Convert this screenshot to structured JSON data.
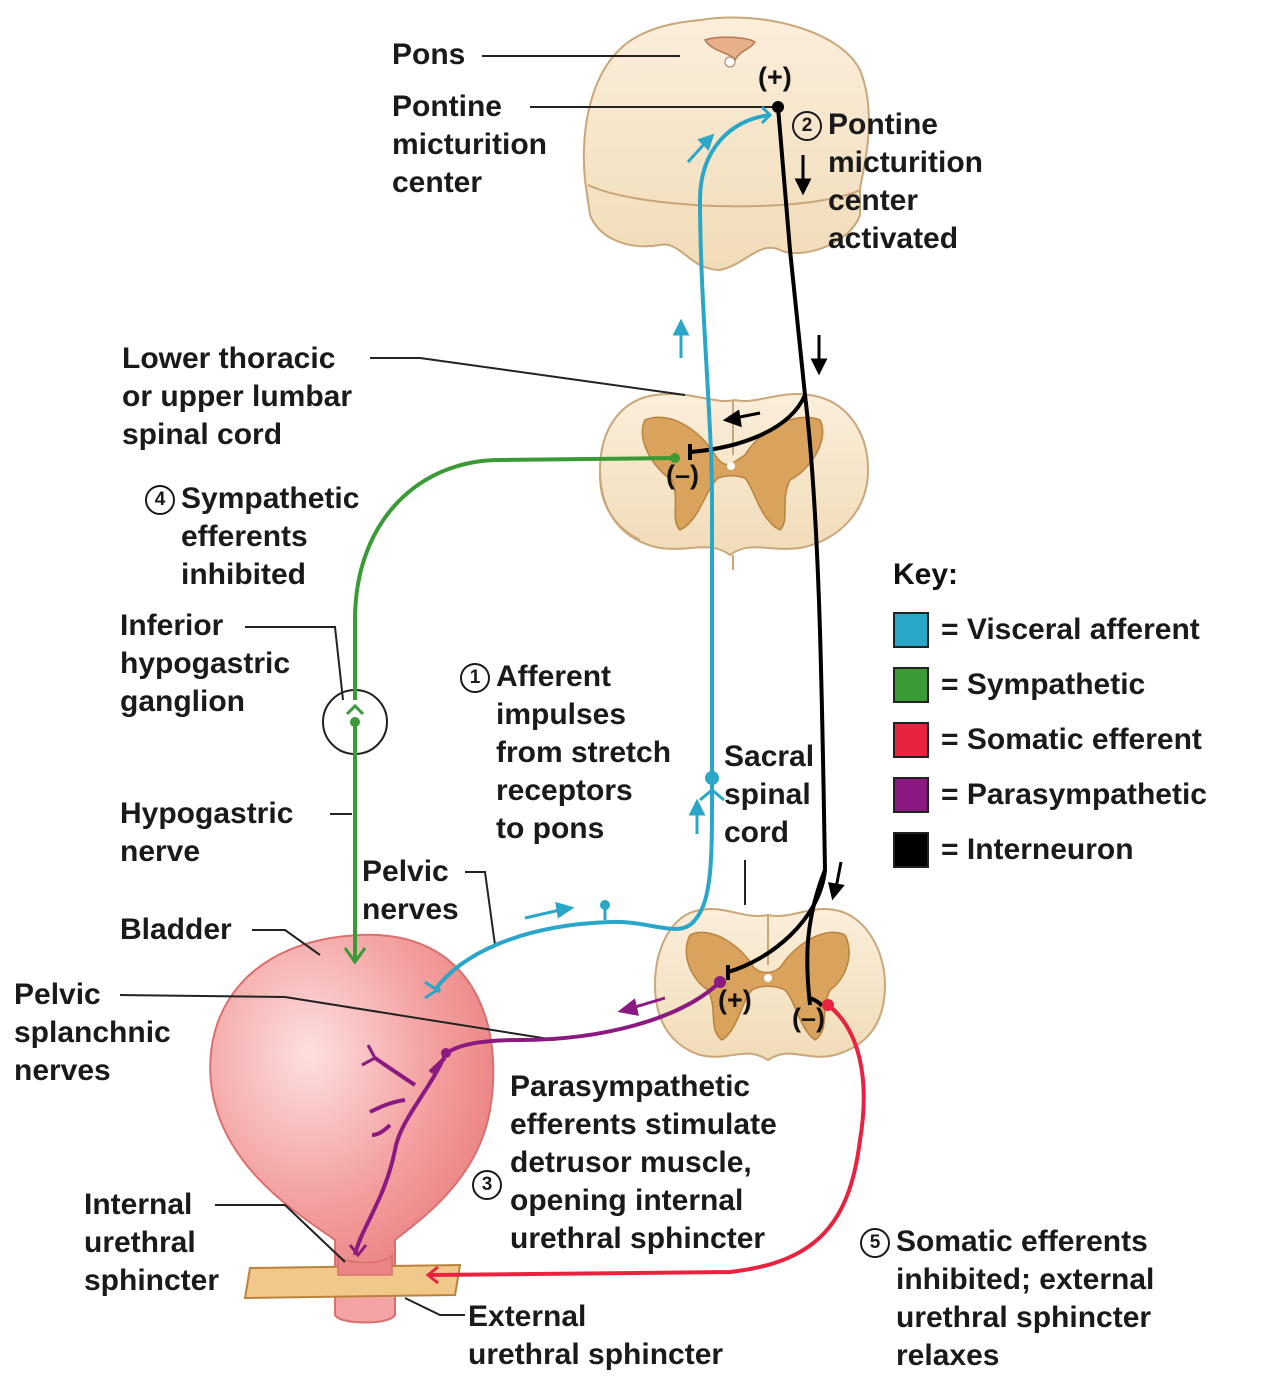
{
  "labels": {
    "pons": "Pons",
    "pmc": [
      "Pontine",
      "micturition",
      "center"
    ],
    "step2": [
      "Pontine",
      "micturition",
      "center",
      "activated"
    ],
    "lower_cord": [
      "Lower thoracic",
      "or upper lumbar",
      "spinal cord"
    ],
    "step4": [
      "Sympathetic",
      "efferents",
      "inhibited"
    ],
    "inferior_ganglion": [
      "Inferior",
      "hypogastric",
      "ganglion"
    ],
    "step1": [
      "Afferent",
      "impulses",
      "from stretch",
      "receptors",
      "to pons"
    ],
    "sacral_cord": [
      "Sacral",
      "spinal",
      "cord"
    ],
    "hypogastric_nerve": [
      "Hypogastric",
      "nerve"
    ],
    "pelvic_nerves": [
      "Pelvic",
      "nerves"
    ],
    "bladder": "Bladder",
    "pelvic_splanchnic": [
      "Pelvic",
      "splanchnic",
      "nerves"
    ],
    "step3": [
      "Parasympathetic",
      "efferents stimulate",
      "detrusor muscle,",
      "opening internal",
      "urethral sphincter"
    ],
    "internal_sphincter": [
      "Internal",
      "urethral",
      "sphincter"
    ],
    "external_sphincter": [
      "External",
      "urethral sphincter"
    ],
    "step5": [
      "Somatic efferents",
      "inhibited; external",
      "urethral sphincter",
      "relaxes"
    ]
  },
  "step_numbers": {
    "s1": "1",
    "s2": "2",
    "s3": "3",
    "s4": "4",
    "s5": "5"
  },
  "signs": {
    "pons_plus": "(+)",
    "lumbar_minus": "(–)",
    "sacral_plus": "(+)",
    "sacral_minus": "(–)"
  },
  "key": {
    "title": "Key:",
    "items": [
      {
        "label": "= Visceral afferent",
        "color": "#2aa6c8"
      },
      {
        "label": "= Sympathetic",
        "color": "#3a9a35"
      },
      {
        "label": "= Somatic efferent",
        "color": "#e8233f"
      },
      {
        "label": "= Parasympathetic",
        "color": "#8a1a82"
      },
      {
        "label": "= Interneuron",
        "color": "#000000"
      }
    ]
  },
  "colors": {
    "visceral_afferent": "#2aa6c8",
    "sympathetic": "#3a9a35",
    "somatic_efferent": "#e8233f",
    "parasympathetic": "#8a1a82",
    "interneuron": "#000000",
    "cord_white": "#f7e6c8",
    "cord_gray": "#d9a35e",
    "bladder": "#f08a8a"
  }
}
